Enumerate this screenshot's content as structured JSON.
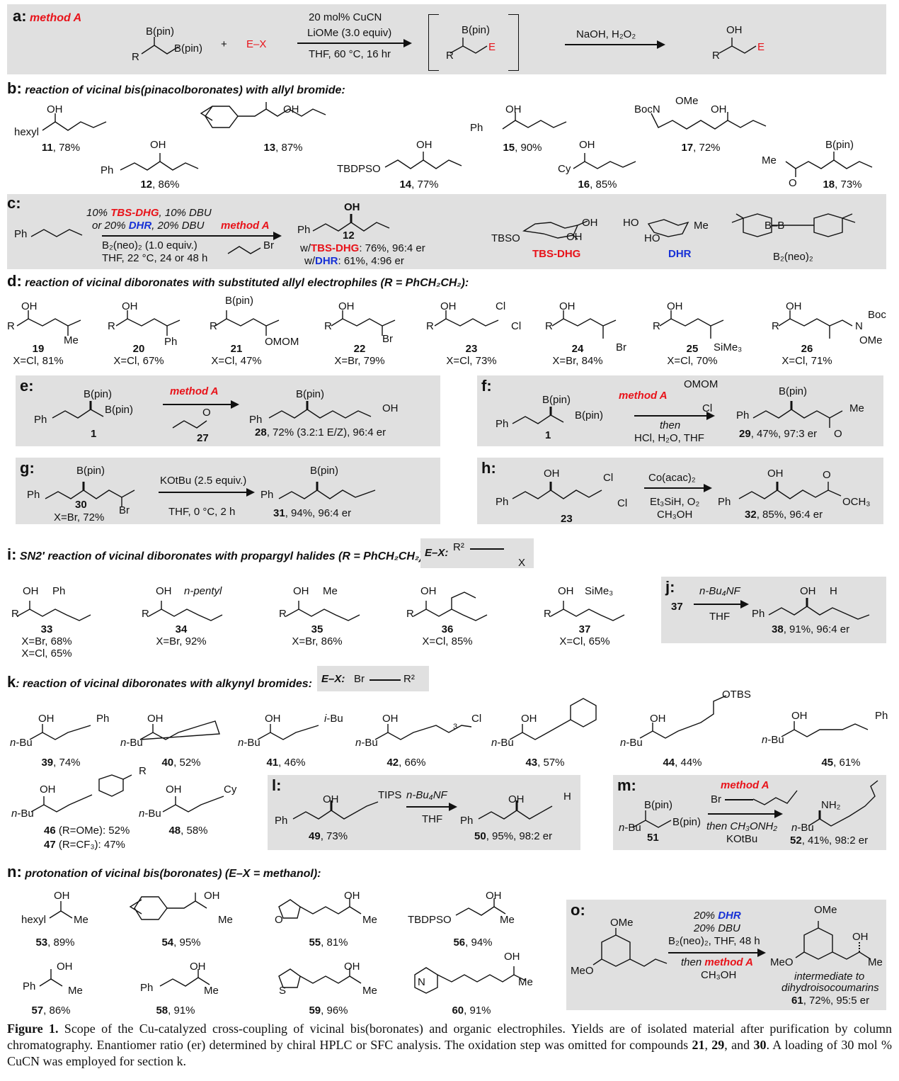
{
  "a": {
    "letter": "a:",
    "method": "method A",
    "reagent1": "20 mol% CuCN",
    "reagent2": "LiOMe (3.0 equiv)",
    "conditions": "THF, 60 °C, 16 hr",
    "oxidation": "NaOH, H₂O₂",
    "plus": "+",
    "ex": "E–X",
    "bpin": "B(pin)",
    "r": "R",
    "e": "E",
    "oh": "OH"
  },
  "b": {
    "letter": "b:",
    "title": "reaction of vicinal bis(pinacolboronates) with allyl bromide:",
    "compounds": [
      {
        "num": "11",
        "yield": ", 78%",
        "sub": "hexyl"
      },
      {
        "num": "13",
        "yield": ", 87%"
      },
      {
        "num": "15",
        "yield": ", 90%",
        "sub": "Ph"
      },
      {
        "num": "17",
        "yield": ", 72%",
        "sub": "BocN",
        "sub2": "OMe"
      },
      {
        "num": "12",
        "yield": ", 86%",
        "sub": "Ph"
      },
      {
        "num": "14",
        "yield": ", 77%",
        "sub": "TBDPSO"
      },
      {
        "num": "16",
        "yield": ", 85%",
        "sub": "Cy"
      },
      {
        "num": "18",
        "yield": ", 73%",
        "sub": "Me",
        "sub2": "O",
        "sub3": "B(pin)"
      }
    ]
  },
  "c": {
    "letter": "c:",
    "line1a": "10% ",
    "line1b": "TBS-DHG",
    "line1c": ", 10% DBU",
    "line2a": "or 20% ",
    "line2b": "DHR",
    "line2c": ", 20% DBU",
    "line3": "B₂(neo)₂ (1.0 equiv.)",
    "line4": "THF, 22 °C, 24 or 48 h",
    "method": "method A",
    "br": "Br",
    "ph": "Ph",
    "num": "12",
    "res1a": "w/",
    "res1b": "TBS-DHG",
    "res1c": ": 76%, 96:4 er",
    "res2a": "w/",
    "res2b": "DHR",
    "res2c": ": 61%, 4:96 er",
    "tbsdhg": "TBS-DHG",
    "dhr": "DHR",
    "b2neo2": "B₂(neo)₂",
    "tbso": "TBSO",
    "ho": "HO",
    "me": "Me"
  },
  "d": {
    "letter": "d:",
    "title": "reaction of vicinal diboronates with substituted allyl electrophiles (R = PhCH₂CH₂):",
    "compounds": [
      {
        "num": "19",
        "cond": "X=Cl, 81%",
        "sub": "Me"
      },
      {
        "num": "20",
        "cond": "X=Cl, 67%",
        "sub": "Ph"
      },
      {
        "num": "21",
        "cond": "X=Cl, 47%",
        "sub": "OMOM"
      },
      {
        "num": "22",
        "cond": "X=Br, 79%",
        "sub": "Br"
      },
      {
        "num": "23",
        "cond": "X=Cl, 73%",
        "sub": "Cl"
      },
      {
        "num": "24",
        "cond": "X=Br, 84%",
        "sub": "Br"
      },
      {
        "num": "25",
        "cond": "X=Cl, 70%",
        "sub": "SiMe₃"
      },
      {
        "num": "26",
        "cond": "X=Cl, 71%",
        "sub": "Boc"
      }
    ]
  },
  "e": {
    "letter": "e:",
    "method": "method A",
    "sm": "1",
    "reagent": "27",
    "num": "28",
    "result": ", 72% (3.2:1 E/Z), 96:4 er"
  },
  "f": {
    "letter": "f:",
    "method": "method A",
    "reagent": "OMOM",
    "then": "then",
    "cond": "HCl, H₂O, THF",
    "sm": "1",
    "num": "29",
    "result": ", 47%, 97:3 er"
  },
  "g": {
    "letter": "g:",
    "reagent": "KOtBu (2.5 equiv.)",
    "cond": "THF, 0 °C, 2 h",
    "sm": "30",
    "smcond": "X=Br, 72%",
    "num": "31",
    "result": ", 94%, 96:4 er"
  },
  "h": {
    "letter": "h:",
    "reagent": "Co(acac)₂",
    "cond1": "Et₃SiH, O₂",
    "cond2": "CH₃OH",
    "sm": "23",
    "num": "32",
    "result": ", 85%, 96:4 er"
  },
  "i": {
    "letter": "i:",
    "title": "SN2′ reaction of vicinal diboronates with propargyl halides (R = PhCH₂CH₂):",
    "ex": "E–X:",
    "compounds": [
      {
        "num": "33",
        "cond": "X=Br, 68%",
        "cond2": "X=Cl, 65%",
        "sub": "Ph"
      },
      {
        "num": "34",
        "cond": "X=Br, 92%",
        "sub": "n-pentyl"
      },
      {
        "num": "35",
        "cond": "X=Br, 86%",
        "sub": "Me"
      },
      {
        "num": "36",
        "cond": "X=Cl, 85%"
      },
      {
        "num": "37",
        "cond": "X=Cl, 65%",
        "sub": "SiMe₃"
      }
    ]
  },
  "j": {
    "letter": "j:",
    "sm": "37",
    "reagent": "n-Bu₄NF",
    "cond": "THF",
    "num": "38",
    "result": ", 91%, 96:4 er"
  },
  "k": {
    "letter": "k",
    "title": ": reaction of vicinal diboronates with alkynyl bromides:",
    "ex": "E–X:",
    "compounds": [
      {
        "num": "39",
        "yield": ", 74%"
      },
      {
        "num": "40",
        "yield": ", 52%"
      },
      {
        "num": "41",
        "yield": ", 46%"
      },
      {
        "num": "42",
        "yield": ", 66%"
      },
      {
        "num": "43",
        "yield": ", 57%"
      },
      {
        "num": "44",
        "yield": ", 44%"
      },
      {
        "num": "45",
        "yield": ", 61%"
      },
      {
        "num": "46",
        "yield": " (R=OMe): 52%"
      },
      {
        "num": "47",
        "yield": " (R=CF₃): 47%"
      },
      {
        "num": "48",
        "yield": ", 58%"
      }
    ]
  },
  "l": {
    "letter": "l:",
    "reagent": "n-Bu₄NF",
    "cond": "THF",
    "sm": "49",
    "smyield": ", 73%",
    "num": "50",
    "result": ", 95%, 98:2 er"
  },
  "m": {
    "letter": "m:",
    "method": "method A",
    "then": "then CH₃ONH₂",
    "base": "KOtBu",
    "sm": "51",
    "num": "52",
    "result": ", 41%, 98:2 er"
  },
  "n": {
    "letter": "n:",
    "title": "protonation of vicinal bis(boronates)  (E–X = methanol):",
    "compounds": [
      {
        "num": "53",
        "yield": ", 89%"
      },
      {
        "num": "54",
        "yield": ", 95%"
      },
      {
        "num": "55",
        "yield": ", 81%"
      },
      {
        "num": "56",
        "yield": ", 94%"
      },
      {
        "num": "57",
        "yield": ", 86%"
      },
      {
        "num": "58",
        "yield": ", 91%"
      },
      {
        "num": "59",
        "yield": ", 96%"
      },
      {
        "num": "60",
        "yield": ", 91%"
      }
    ]
  },
  "o": {
    "letter": "o:",
    "c1a": "20% ",
    "c1b": "DHR",
    "c2": "20% DBU",
    "c3": "B₂(neo)₂, THF, 48 h",
    "c4a": "then ",
    "c4b": "method A",
    "c5": "CH₃OH",
    "note1": "intermediate to",
    "note2": "dihydroisocoumarins",
    "num": "61",
    "result": ", 72%, 95:5 er"
  },
  "caption": {
    "label": "Figure 1.",
    "text1": " Scope of the Cu-catalyzed cross-coupling of vicinal bis(boronates) and organic electrophiles. Yields are of isolated material after purification by column chromatography. Enantiomer ratio (er) determined by chiral HPLC or SFC analysis. The oxidation step was omitted for compounds ",
    "c21": "21",
    "sep1": ", ",
    "c29": "29",
    "sep2": ", and ",
    "c30": "30",
    "text2": ". A loading of 30 mol % CuCN was employed for section k."
  }
}
